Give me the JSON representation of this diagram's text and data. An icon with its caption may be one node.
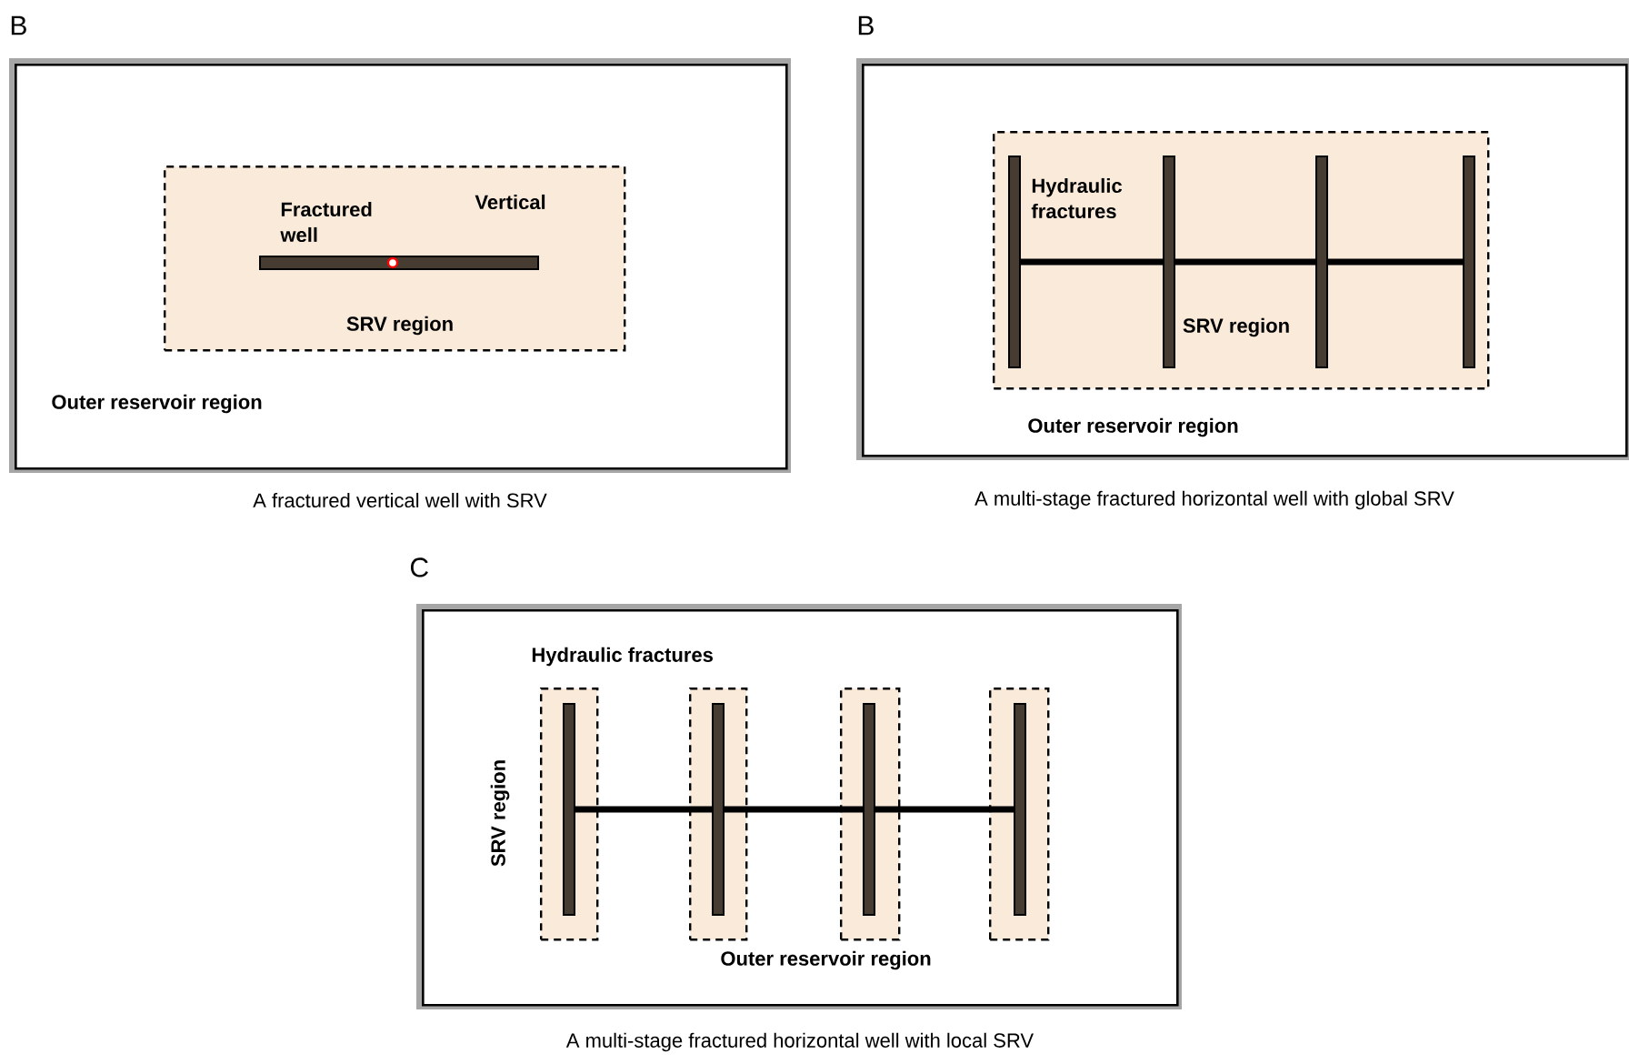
{
  "diagram": {
    "nodes": [
      {
        "text": [
          "Outer reservoir region"
        ]
      },
      {
        "text": [
          "Fractured well",
          "Vertical",
          "SRV region"
        ],
        "in": 0
      },
      {
        "text": [
          "Outer reservoir region"
        ]
      },
      {
        "text": [
          "Hydraulic fractures",
          "SRV region"
        ],
        "in": 2
      },
      {
        "text": [
          "Hydraulic fractures",
          "Outer reservoir region"
        ]
      },
      {
        "text": [],
        "shape": "box",
        "beside": [
          "SRV region"
        ],
        "in": 4
      },
      {
        "text": [],
        "shape": "box",
        "in": 4
      },
      {
        "text": [],
        "shape": "box",
        "in": 4
      },
      {
        "text": [],
        "shape": "box",
        "in": 4
      }
    ],
    "labels": [
      "B",
      "A fractured vertical well with SRV",
      "B",
      "A multi-stage fractured horizontal well with global SRV",
      "C",
      "A multi-stage fractured horizontal well with local SRV"
    ]
  }
}
